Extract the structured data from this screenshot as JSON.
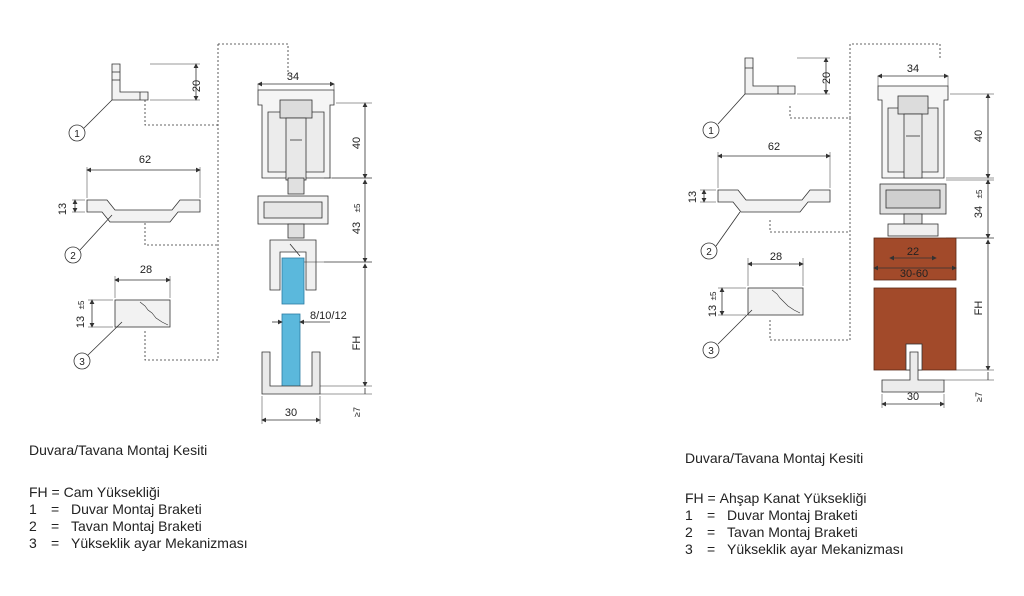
{
  "left": {
    "dims": {
      "bracket1_h": "20",
      "width_top": "34",
      "h_40": "40",
      "w_62": "62",
      "h_13": "13",
      "h_43": "43",
      "tol": "±5",
      "w_28": "28",
      "h_13b": "13",
      "glass": "8/10/12",
      "fh": "FH",
      "bottom": "30",
      "gap": "≥7"
    },
    "callouts": [
      "1",
      "2",
      "3"
    ],
    "caption": "Duvara/Tavana Montaj Kesiti",
    "legend": {
      "fh_key": "FH",
      "fh_text": "Cam Yüksekliği",
      "items": [
        {
          "key": "1",
          "text": "Duvar Montaj Braketi"
        },
        {
          "key": "2",
          "text": "Tavan Montaj Braketi"
        },
        {
          "key": "3",
          "text": "Yükseklik ayar Mekanizması"
        }
      ]
    }
  },
  "right": {
    "dims": {
      "bracket1_h": "20",
      "width_top": "34",
      "h_40": "40",
      "w_62": "62",
      "h_13": "13",
      "h_34": "34",
      "tol": "±5",
      "w_22": "22",
      "w_3060": "30-60",
      "w_28": "28",
      "h_13b": "13",
      "fh": "FH",
      "bottom": "30",
      "gap": "≥7"
    },
    "callouts": [
      "1",
      "2",
      "3"
    ],
    "caption": "Duvara/Tavana Montaj Kesiti",
    "legend": {
      "fh_key": "FH",
      "fh_text": "Ahşap Kanat Yüksekliği",
      "items": [
        {
          "key": "1",
          "text": "Duvar Montaj Braketi"
        },
        {
          "key": "2",
          "text": "Tavan Montaj Braketi"
        },
        {
          "key": "3",
          "text": "Yükseklik ayar Mekanizması"
        }
      ]
    }
  },
  "colors": {
    "line": "#333333",
    "glass": "#5bb8dc",
    "wood": "#a24a2a",
    "metal": "#e4e4e4"
  },
  "icons": [
    "technical-drawing"
  ]
}
